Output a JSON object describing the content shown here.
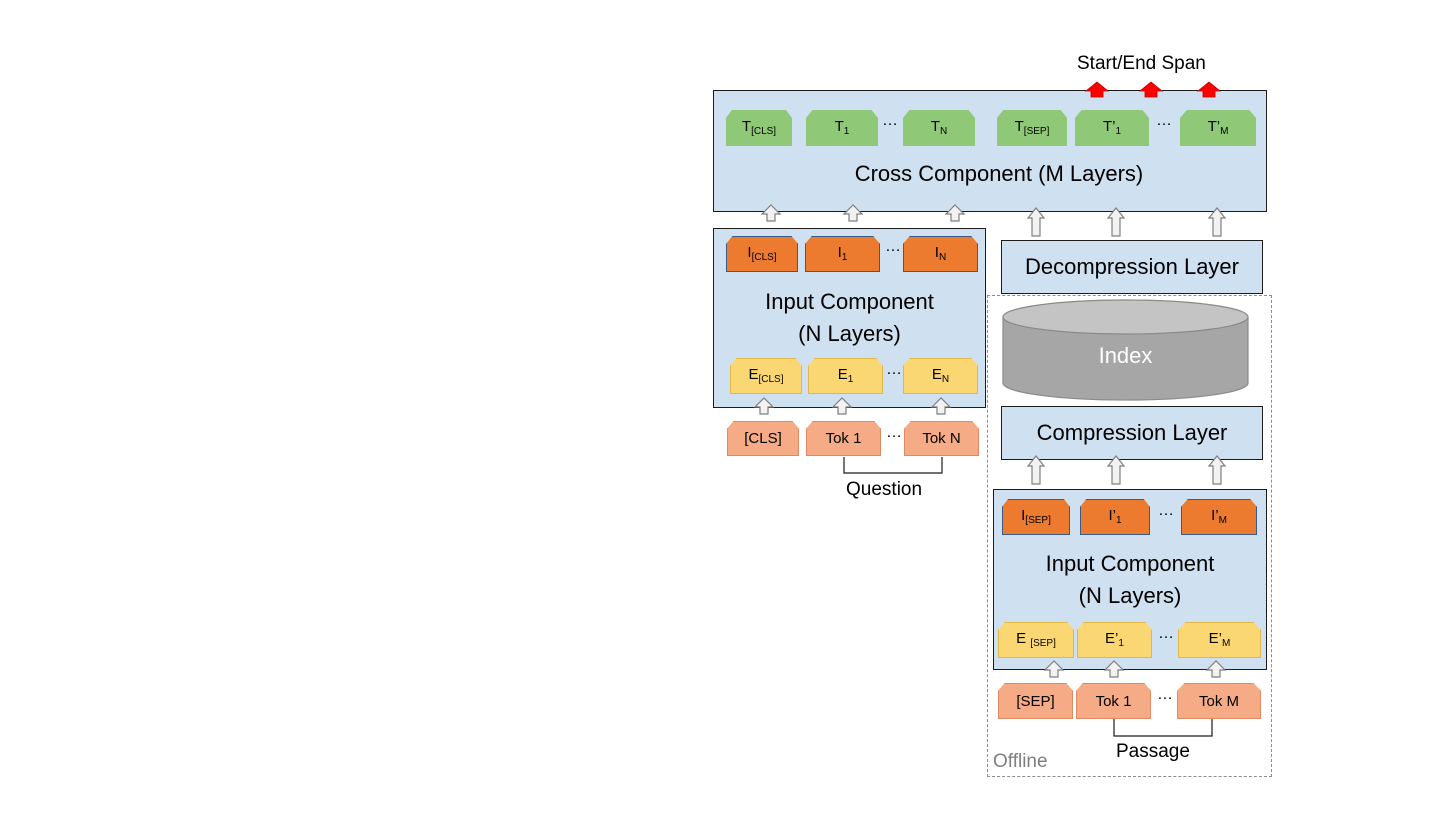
{
  "top_label": "Start/End Span",
  "cross": {
    "title": "Cross Component (M Layers)",
    "tokens": [
      {
        "main": "T",
        "sub": "[CLS]",
        "prime": ""
      },
      {
        "main": "T",
        "sub": "1",
        "prime": ""
      },
      {
        "main": "T",
        "sub": "N",
        "prime": ""
      },
      {
        "main": "T",
        "sub": "[SEP]",
        "prime": ""
      },
      {
        "main": "T",
        "sub": "1",
        "prime": "’"
      },
      {
        "main": "T",
        "sub": "M",
        "prime": "’"
      }
    ]
  },
  "question_side": {
    "title_line1": "Input Component",
    "title_line2": "(N Layers)",
    "outputs": [
      {
        "main": "I",
        "sub": "[CLS]",
        "prime": ""
      },
      {
        "main": "I",
        "sub": "1",
        "prime": ""
      },
      {
        "main": "I",
        "sub": "N",
        "prime": ""
      }
    ],
    "embeddings": [
      {
        "main": "E",
        "sub": "[CLS]",
        "prime": ""
      },
      {
        "main": "E",
        "sub": "1",
        "prime": ""
      },
      {
        "main": "E",
        "sub": "N",
        "prime": ""
      }
    ],
    "inputs": [
      "[CLS]",
      "Tok 1",
      "Tok N"
    ],
    "bracket_label": "Question"
  },
  "decompression_label": "Decompression Layer",
  "index_label": "Index",
  "compression_label": "Compression Layer",
  "passage_side": {
    "title_line1": "Input Component",
    "title_line2": "(N Layers)",
    "outputs": [
      {
        "main": "I",
        "sub": "[SEP]",
        "prime": ""
      },
      {
        "main": "I",
        "sub": "1",
        "prime": "’"
      },
      {
        "main": "I",
        "sub": "M",
        "prime": "’"
      }
    ],
    "embeddings": [
      {
        "main": "E ",
        "sub": "[SEP]",
        "prime": ""
      },
      {
        "main": "E",
        "sub": "1",
        "prime": "’"
      },
      {
        "main": "E",
        "sub": "M",
        "prime": "’"
      }
    ],
    "inputs": [
      "[SEP]",
      "Tok 1",
      "Tok M"
    ],
    "bracket_label": "Passage"
  },
  "offline_label": "Offline",
  "ellipsis": "…",
  "colors": {
    "panel": "#cfe0f1",
    "green": "#8fc876",
    "orange": "#ec7a2f",
    "yellow": "#fbd774",
    "salmon": "#f4ab86",
    "index_gray": "#a6a6a6",
    "red_arrow": "#ff0000"
  }
}
